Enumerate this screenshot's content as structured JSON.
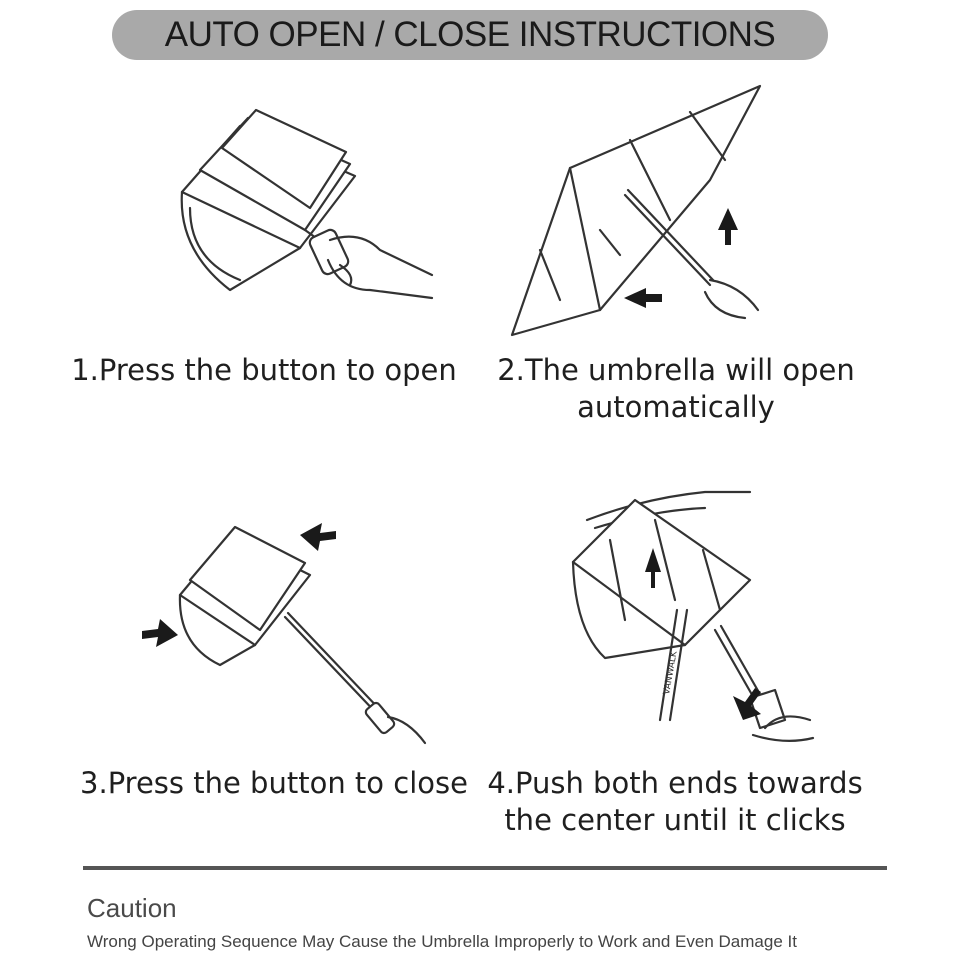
{
  "header": {
    "title": "AUTO OPEN / CLOSE INSTRUCTIONS"
  },
  "steps": [
    {
      "line1": "1.Press the button to open",
      "line2": ""
    },
    {
      "line1": "2.The umbrella will open",
      "line2": "automatically"
    },
    {
      "line1": "3.Press the button to close",
      "line2": ""
    },
    {
      "line1": "4.Push both ends towards",
      "line2": "the center until it clicks"
    }
  ],
  "illustrations": {
    "strap_brand": "VANWALK"
  },
  "caution": {
    "title": "Caution",
    "text": "Wrong Operating Sequence May Cause the Umbrella Improperly to Work and Even Damage It"
  },
  "colors": {
    "pill": "#a9a9a9",
    "rule": "#555555",
    "line": "#333333"
  }
}
